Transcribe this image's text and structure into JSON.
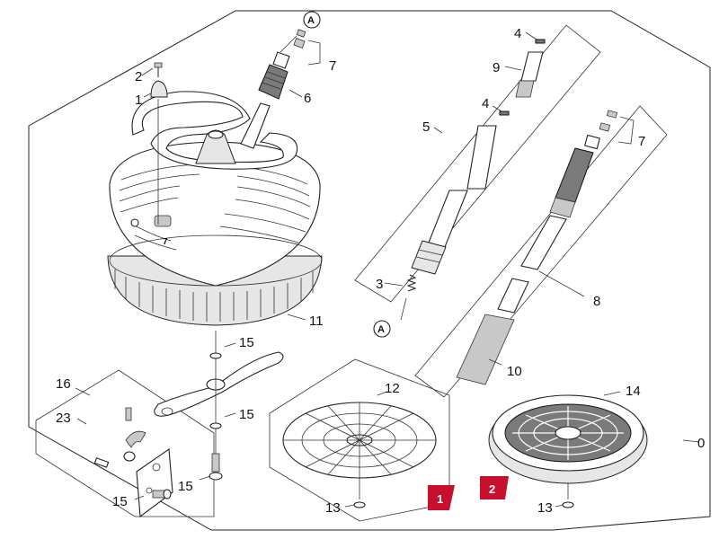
{
  "diagram": {
    "kit_label": "0",
    "callouts": {
      "c1": "1",
      "c2": "2",
      "c3": "3",
      "c4a": "4",
      "c4b": "4",
      "c5": "5",
      "c6": "6",
      "c7a": "7",
      "c7b": "7",
      "c7c": "7",
      "c8": "8",
      "c9": "9",
      "c10": "10",
      "c11": "11",
      "c12": "12",
      "c13a": "13",
      "c13b": "13",
      "c14": "14",
      "c15a": "15",
      "c15b": "15",
      "c15c": "15",
      "c15d": "15",
      "c16": "16",
      "c23": "23"
    },
    "circle_letters": {
      "top": "A",
      "bottom": "A"
    },
    "badges": {
      "b1": "1",
      "b2": "2"
    },
    "badge_color": "#c8102e"
  }
}
